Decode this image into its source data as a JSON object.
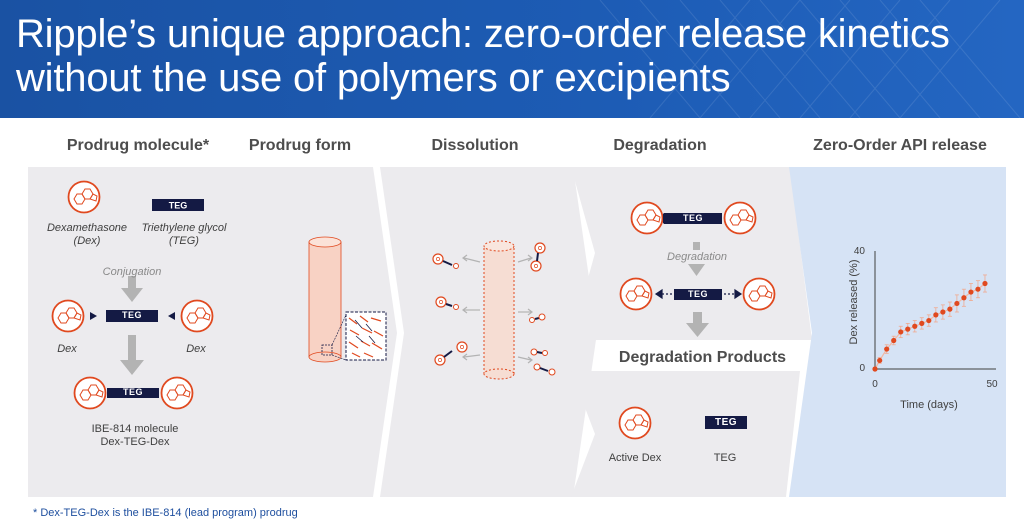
{
  "title": "Ripple’s unique approach: zero-order release kinetics without the use of polymers or excipients",
  "columns": {
    "prodrug_molecule": "Prodrug molecule*",
    "prodrug_form": "Prodrug form",
    "dissolution": "Dissolution",
    "degradation": "Degradation",
    "zero_order": "Zero-Order API release"
  },
  "molecule": {
    "dex_name": "Dexamethasone (Dex)",
    "teg_name": "Triethylene glycol (TEG)",
    "conjugation": "Conjugation",
    "dex_left": "Dex",
    "dex_right": "Dex",
    "teg_tag": "TEG",
    "ibe_line1": "IBE-814 molecule",
    "ibe_line2": "Dex-TEG-Dex"
  },
  "degradation": {
    "teg_tag": "TEG",
    "step_label": "Degradation",
    "products_title": "Degradation Products",
    "active_dex": "Active Dex",
    "teg_label": "TEG"
  },
  "footnote": "* Dex-TEG-Dex is the IBE-814 (lead program) prodrug",
  "colors": {
    "header_blue": "#1d5cb5",
    "accent_orange": "#e0491f",
    "navy": "#141a44",
    "panel_grey": "#ecebee",
    "release_blue": "#d6e3f5"
  },
  "chart_data": {
    "type": "scatter",
    "title": "",
    "xlabel": "Time (days)",
    "ylabel": "Dex released (%)",
    "xlim": [
      0,
      50
    ],
    "ylim": [
      0,
      40
    ],
    "x_ticks": [
      "0",
      "50"
    ],
    "y_ticks": [
      "0",
      "40"
    ],
    "grid": false,
    "series": [
      {
        "x": [
          0,
          2,
          5,
          8,
          11,
          14,
          17,
          20,
          23,
          26,
          29,
          32,
          35,
          38,
          41,
          44,
          47
        ],
        "y": [
          0,
          3,
          7,
          10,
          13,
          14,
          15,
          16,
          17,
          19,
          20,
          21,
          23,
          25,
          27,
          28,
          30
        ],
        "error": [
          0.5,
          1,
          1.5,
          1.5,
          2,
          2,
          2,
          2,
          2,
          2.5,
          2.5,
          2.5,
          3,
          3,
          3,
          3,
          3
        ]
      }
    ]
  }
}
